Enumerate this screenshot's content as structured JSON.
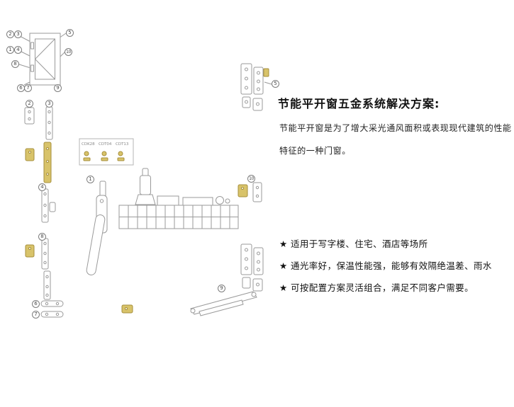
{
  "diagram": {
    "callouts": {
      "n1": "1",
      "n2": "2",
      "n3": "3",
      "n4": "4",
      "n5": "5",
      "n6": "6",
      "n7": "7",
      "n8": "8",
      "n9": "9",
      "n10": "10"
    },
    "component_box_labels": [
      "CDK28",
      "CDT04",
      "CDT13"
    ]
  },
  "text_panel": {
    "title": "节能平开窗五金系统解决方案:",
    "description_lines": [
      "节能平开窗是为了增大采光通风面积或表现现代建筑的性能",
      "特征的一种门窗。"
    ],
    "features": [
      "★ 适用于写字楼、住宅、酒店等场所",
      "★ 通光率好，保温性能强，能够有效隔绝温差、雨水",
      "★ 可按配置方案灵活组合，满足不同客户需要。"
    ]
  },
  "colors": {
    "line_art": "#9a9a9a",
    "accent_brass": "#d8c36a",
    "text": "#1a1a1a"
  }
}
